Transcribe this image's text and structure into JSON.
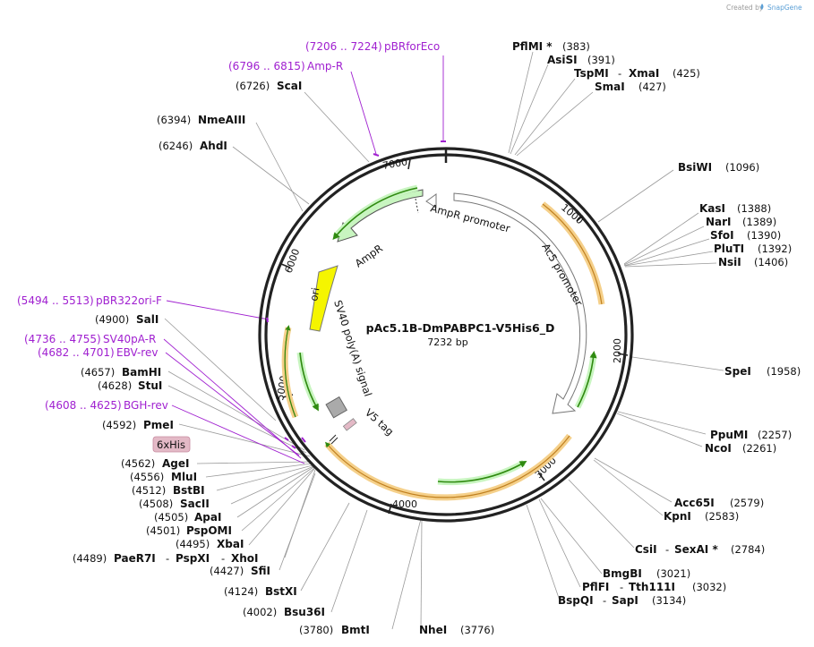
{
  "credit": {
    "prefix": "Created by",
    "brand": "SnapGene"
  },
  "plasmid": {
    "name": "pAc5.1B-DmPABPC1-V5His6_D",
    "size": "7232 bp"
  },
  "ticks": [
    "1000",
    "2000",
    "3000",
    "4000",
    "5000",
    "6000",
    "7000"
  ],
  "features": {
    "ampr_promoter": "AmpR promoter",
    "ampr": "AmpR",
    "ac5_promoter": "Ac5 promoter",
    "ori": "ori",
    "sv40": "SV40 poly(A) signal",
    "v5": "V5 tag",
    "his": "6xHis"
  },
  "sites": {
    "pflmi": {
      "name": "PflMI *",
      "pos": "(383)"
    },
    "asisi": {
      "name": "AsiSI",
      "pos": "(391)"
    },
    "tspmi": {
      "name": "TspMI",
      "sep": "-",
      "name2": "XmaI",
      "pos": "(425)"
    },
    "smai": {
      "name": "SmaI",
      "pos": "(427)"
    },
    "bsiwi": {
      "name": "BsiWI",
      "pos": "(1096)"
    },
    "kasi": {
      "name": "KasI",
      "pos": "(1388)"
    },
    "nari": {
      "name": "NarI",
      "pos": "(1389)"
    },
    "sfoi": {
      "name": "SfoI",
      "pos": "(1390)"
    },
    "pluti": {
      "name": "PluTI",
      "pos": "(1392)"
    },
    "nsii": {
      "name": "NsiI",
      "pos": "(1406)"
    },
    "spei": {
      "name": "SpeI",
      "pos": "(1958)"
    },
    "ppumi": {
      "name": "PpuMI",
      "pos": "(2257)"
    },
    "ncoi": {
      "name": "NcoI",
      "pos": "(2261)"
    },
    "acc65i": {
      "name": "Acc65I",
      "pos": "(2579)"
    },
    "kpni": {
      "name": "KpnI",
      "pos": "(2583)"
    },
    "csii": {
      "name": "CsiI",
      "sep": "-",
      "name2": "SexAI *",
      "pos": "(2784)"
    },
    "bmgbi": {
      "name": "BmgBI",
      "pos": "(3021)"
    },
    "pflfi": {
      "name": "PflFI",
      "sep": "-",
      "name2": "Tth111I",
      "pos": "(3032)"
    },
    "bspqi": {
      "name": "BspQI",
      "sep": "-",
      "name2": "SapI",
      "pos": "(3134)"
    },
    "nhei": {
      "name": "NheI",
      "pos": "(3776)"
    },
    "bmti": {
      "name": "BmtI",
      "pos": "(3780)"
    },
    "bsu36i": {
      "name": "Bsu36I",
      "pos": "(4002)"
    },
    "bstxi": {
      "name": "BstXI",
      "pos": "(4124)"
    },
    "sfii": {
      "name": "SfiI",
      "pos": "(4427)"
    },
    "paer7i": {
      "name": "PaeR7I",
      "sep": "-",
      "name2": "PspXI",
      "sep2": "-",
      "name3": "XhoI",
      "pos": "(4489)"
    },
    "xbai": {
      "name": "XbaI",
      "pos": "(4495)"
    },
    "pspomi": {
      "name": "PspOMI",
      "pos": "(4501)"
    },
    "apai": {
      "name": "ApaI",
      "pos": "(4505)"
    },
    "sacii": {
      "name": "SacII",
      "pos": "(4508)"
    },
    "bstbi": {
      "name": "BstBI",
      "pos": "(4512)"
    },
    "mlui": {
      "name": "MluI",
      "pos": "(4556)"
    },
    "agei": {
      "name": "AgeI",
      "pos": "(4562)"
    },
    "pmei": {
      "name": "PmeI",
      "pos": "(4592)"
    },
    "stui": {
      "name": "StuI",
      "pos": "(4628)"
    },
    "bamhi": {
      "name": "BamHI",
      "pos": "(4657)"
    },
    "sali": {
      "name": "SalI",
      "pos": "(4900)"
    },
    "nmeaiii": {
      "name": "NmeAIII",
      "pos": "(6394)"
    },
    "ahdi": {
      "name": "AhdI",
      "pos": "(6246)"
    },
    "scai": {
      "name": "ScaI",
      "pos": "(6726)"
    }
  },
  "primers": {
    "pbrforeco": {
      "range": "(7206 .. 7224)",
      "name": "pBRforEco"
    },
    "ampr": {
      "range": "(6796 .. 6815)",
      "name": "Amp-R"
    },
    "pbr322ori": {
      "range": "(5494 .. 5513)",
      "name": "pBR322ori-F"
    },
    "sv40pa": {
      "range": "(4736 .. 4755)",
      "name": "SV40pA-R"
    },
    "ebv": {
      "range": "(4682 .. 4701)",
      "name": "EBV-rev"
    },
    "bgh": {
      "range": "(4608 .. 4625)",
      "name": "BGH-rev"
    }
  },
  "colors": {
    "backbone": "#222222",
    "orf_fill": "#f5d08a",
    "orf_stroke": "#c08020",
    "green_fill": "#c8f5c0",
    "green_arrow": "#2f8a10",
    "ori": "#f5f500",
    "primer": "#a020d0",
    "his_fill": "#e3b9c6"
  }
}
